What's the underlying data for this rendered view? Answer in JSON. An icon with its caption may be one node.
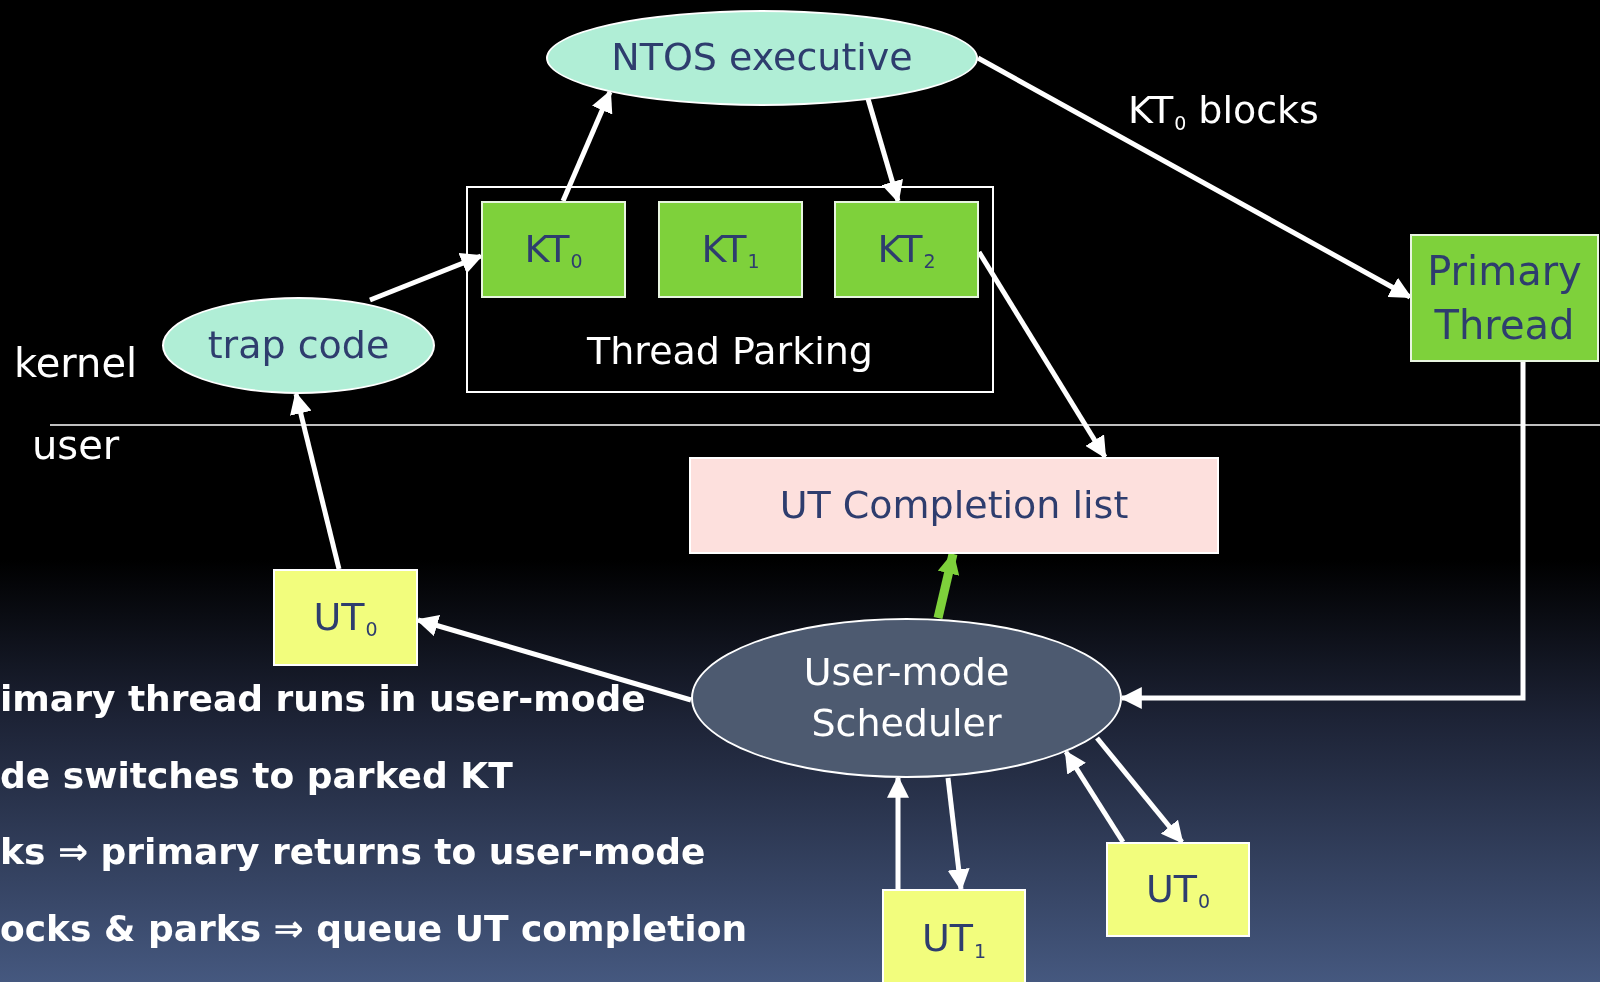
{
  "diagram": {
    "nodes": [
      {
        "text": [
          "NTOS executive"
        ]
      },
      {
        "text": [
          "Thread Parking"
        ]
      },
      {
        "text": [
          "KT$_{0}$"
        ],
        "in": 1
      },
      {
        "text": [
          "KT$_{1}$"
        ],
        "in": 1
      },
      {
        "text": [
          "KT$_{2}$"
        ],
        "in": 1
      },
      {
        "text": [
          "trap code"
        ]
      },
      {
        "text": [
          "Primary Thread"
        ]
      },
      {
        "text": [
          "UT Completion list"
        ]
      },
      {
        "text": [
          "UT$_{0}$"
        ]
      },
      {
        "text": [
          "User-mode Scheduler"
        ]
      },
      {
        "text": [
          "UT$_{1}$"
        ]
      },
      {
        "text": [
          "UT$_{0}$"
        ]
      }
    ],
    "edges": [
      {
        "from": 2,
        "to": 0,
        "arrow": "to"
      },
      {
        "from": 0,
        "to": 4,
        "arrow": "to"
      },
      {
        "from": 0,
        "to": 6,
        "arrow": "to",
        "label": "KT$_{0}$ blocks"
      },
      {
        "from": 5,
        "to": 2,
        "arrow": "to"
      },
      {
        "from": 4,
        "to": 7,
        "arrow": "to"
      },
      {
        "from": 8,
        "to": 5,
        "arrow": "to"
      },
      {
        "from": 9,
        "to": 8,
        "arrow": "to"
      },
      {
        "from": 9,
        "to": 7,
        "arrow": "to",
        "style": "thick",
        "color": "#7ed13b"
      },
      {
        "from": 6,
        "to": 9,
        "arrow": "to"
      },
      {
        "from": 10,
        "to": 9,
        "arrow": "to"
      },
      {
        "from": 9,
        "to": 10,
        "arrow": "to"
      },
      {
        "from": 11,
        "to": 9,
        "arrow": "to"
      },
      {
        "from": 9,
        "to": 11,
        "arrow": "to"
      }
    ],
    "labels": [
      "kernel",
      "user",
      "imary thread runs in user-mode",
      "de switches to parked KT",
      "ks ⇒ primary returns to user-mode",
      "ocks & parks ⇒ queue UT completion"
    ]
  }
}
